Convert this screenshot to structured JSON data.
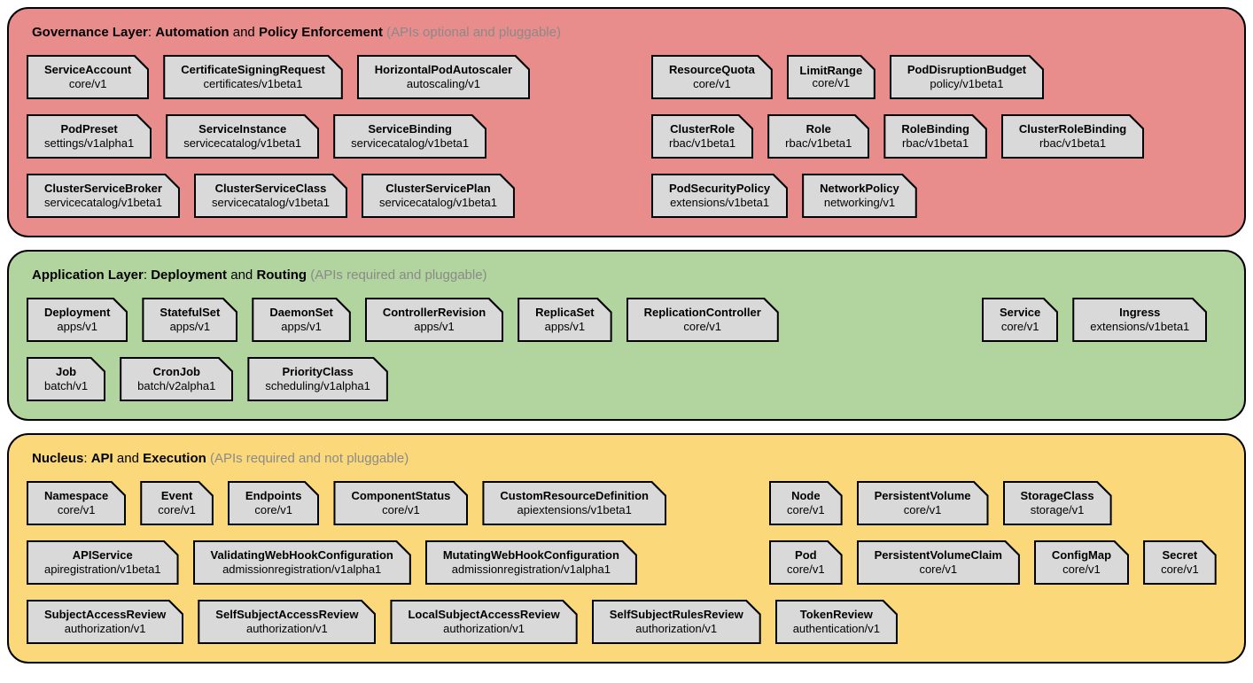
{
  "colors": {
    "governance_bg": "#e98c8c",
    "application_bg": "#b2d49e",
    "nucleus_bg": "#fbd879",
    "box_bg": "#d9d9d9",
    "border": "#000000",
    "muted_text": "#8a8a8a"
  },
  "layers": [
    {
      "id": "governance",
      "title": {
        "name": "Governance Layer",
        "sep": ": ",
        "a": "Automation",
        "conj": " and ",
        "b": "Policy Enforcement",
        "note": " (APIs optional and pluggable)"
      },
      "rows": [
        {
          "boxes": [
            {
              "title": "ServiceAccount",
              "api": "core/v1"
            },
            {
              "title": "CertificateSigningRequest",
              "api": "certificates/v1beta1"
            },
            {
              "title": "HorizontalPodAutoscaler",
              "api": "autoscaling/v1"
            },
            {
              "title": "ResourceQuota",
              "api": "core/v1"
            },
            {
              "title": "LimitRange",
              "api": "core/v1"
            },
            {
              "title": "PodDisruptionBudget",
              "api": "policy/v1beta1"
            }
          ]
        },
        {
          "boxes": [
            {
              "title": "PodPreset",
              "api": "settings/v1alpha1"
            },
            {
              "title": "ServiceInstance",
              "api": "servicecatalog/v1beta1"
            },
            {
              "title": "ServiceBinding",
              "api": "servicecatalog/v1beta1"
            },
            {
              "title": "ClusterRole",
              "api": "rbac/v1beta1"
            },
            {
              "title": "Role",
              "api": "rbac/v1beta1"
            },
            {
              "title": "RoleBinding",
              "api": "rbac/v1beta1"
            },
            {
              "title": "ClusterRoleBinding",
              "api": "rbac/v1beta1"
            }
          ]
        },
        {
          "boxes": [
            {
              "title": "ClusterServiceBroker",
              "api": "servicecatalog/v1beta1"
            },
            {
              "title": "ClusterServiceClass",
              "api": "servicecatalog/v1beta1"
            },
            {
              "title": "ClusterServicePlan",
              "api": "servicecatalog/v1beta1"
            },
            {
              "title": "PodSecurityPolicy",
              "api": "extensions/v1beta1"
            },
            {
              "title": "NetworkPolicy",
              "api": "networking/v1"
            }
          ]
        }
      ]
    },
    {
      "id": "application",
      "title": {
        "name": "Application Layer",
        "sep": ": ",
        "a": "Deployment",
        "conj": " and ",
        "b": "Routing",
        "note": " (APIs required and pluggable)"
      },
      "rows": [
        {
          "boxes": [
            {
              "title": "Deployment",
              "api": "apps/v1"
            },
            {
              "title": "StatefulSet",
              "api": "apps/v1"
            },
            {
              "title": "DaemonSet",
              "api": "apps/v1"
            },
            {
              "title": "ControllerRevision",
              "api": "apps/v1"
            },
            {
              "title": "ReplicaSet",
              "api": "apps/v1"
            },
            {
              "title": "ReplicationController",
              "api": "core/v1"
            },
            {
              "title": "Service",
              "api": "core/v1"
            },
            {
              "title": "Ingress",
              "api": "extensions/v1beta1"
            }
          ]
        },
        {
          "boxes": [
            {
              "title": "Job",
              "api": "batch/v1"
            },
            {
              "title": "CronJob",
              "api": "batch/v2alpha1"
            },
            {
              "title": "PriorityClass",
              "api": "scheduling/v1alpha1"
            }
          ]
        }
      ]
    },
    {
      "id": "nucleus",
      "title": {
        "name": "Nucleus",
        "sep": ": ",
        "a": "API",
        "conj": " and ",
        "b": "Execution",
        "note": " (APIs required and not pluggable)"
      },
      "rows": [
        {
          "boxes": [
            {
              "title": "Namespace",
              "api": "core/v1"
            },
            {
              "title": "Event",
              "api": "core/v1"
            },
            {
              "title": "Endpoints",
              "api": "core/v1"
            },
            {
              "title": "ComponentStatus",
              "api": "core/v1"
            },
            {
              "title": "CustomResourceDefinition",
              "api": "apiextensions/v1beta1"
            },
            {
              "title": "Node",
              "api": "core/v1"
            },
            {
              "title": "PersistentVolume",
              "api": "core/v1"
            },
            {
              "title": "StorageClass",
              "api": "storage/v1"
            }
          ]
        },
        {
          "boxes": [
            {
              "title": "APIService",
              "api": "apiregistration/v1beta1"
            },
            {
              "title": "ValidatingWebHookConfiguration",
              "api": "admissionregistration/v1alpha1"
            },
            {
              "title": "MutatingWebHookConfiguration",
              "api": "admissionregistration/v1alpha1"
            },
            {
              "title": "Pod",
              "api": "core/v1"
            },
            {
              "title": "PersistentVolumeClaim",
              "api": "core/v1"
            },
            {
              "title": "ConfigMap",
              "api": "core/v1"
            },
            {
              "title": "Secret",
              "api": "core/v1"
            }
          ]
        },
        {
          "boxes": [
            {
              "title": "SubjectAccessReview",
              "api": "authorization/v1"
            },
            {
              "title": "SelfSubjectAccessReview",
              "api": "authorization/v1"
            },
            {
              "title": "LocalSubjectAccessReview",
              "api": "authorization/v1"
            },
            {
              "title": "SelfSubjectRulesReview",
              "api": "authorization/v1"
            },
            {
              "title": "TokenReview",
              "api": "authentication/v1"
            }
          ]
        }
      ]
    }
  ]
}
